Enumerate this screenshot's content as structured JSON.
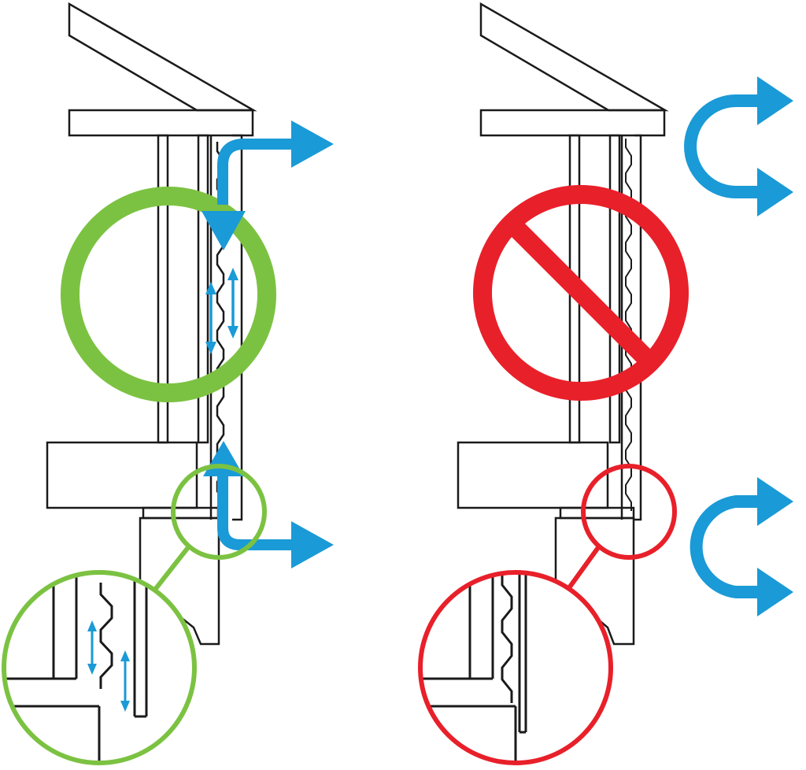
{
  "colors": {
    "line": "#1a1a1a",
    "correct": "#7cc242",
    "incorrect": "#e8202a",
    "airflow": "#1a9ad6",
    "background": "#ffffff"
  },
  "panels": [
    {
      "verdict": "correct",
      "symbol": "check-ring-icon",
      "airflow": "continuous-channel-behind-siding"
    },
    {
      "verdict": "incorrect",
      "symbol": "no-sign-icon",
      "airflow": "blocked-air-deflected-outside"
    }
  ]
}
